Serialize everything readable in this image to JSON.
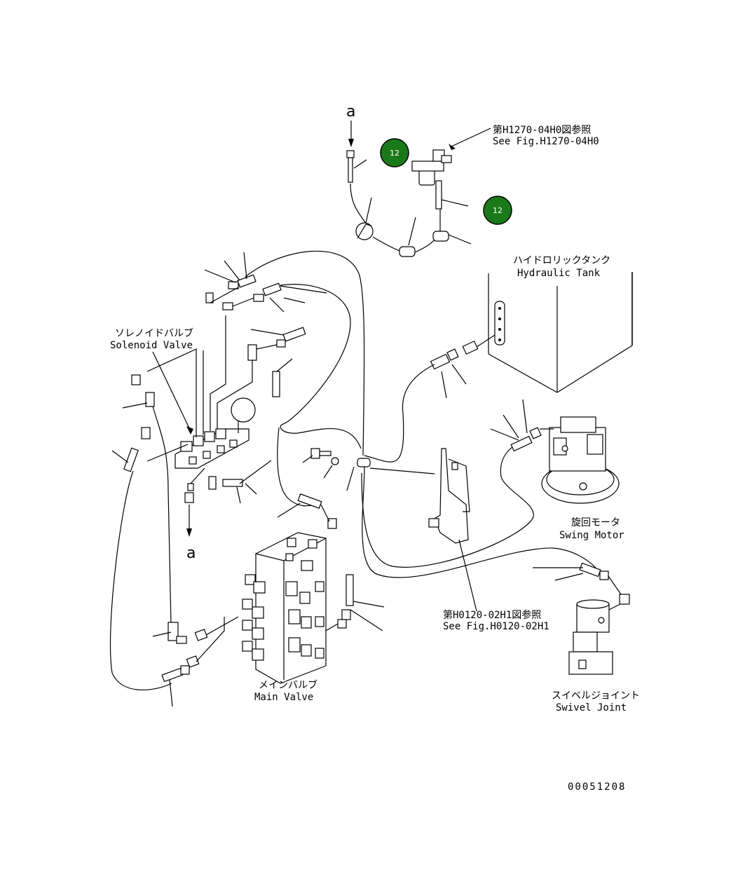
{
  "labels": {
    "ref_a_top": "a",
    "ref_a_bottom": "a",
    "see_h1270_jp": "第H1270-04H0図参照",
    "see_h1270_en": "See Fig.H1270-04H0",
    "hydraulic_tank_jp": "ハイドロリックタンク",
    "hydraulic_tank_en": "Hydraulic Tank",
    "solenoid_valve_jp": "ソレノイドバルブ",
    "solenoid_valve_en": "Solenoid Valve",
    "swing_motor_jp": "旋回モータ",
    "swing_motor_en": "Swing Motor",
    "see_h0120_jp": "第H0120-02H1図参照",
    "see_h0120_en": "See Fig.H0120-02H1",
    "main_valve_jp": "メインバルブ",
    "main_valve_en": "Main Valve",
    "swivel_joint_jp": "スイベルジョイント",
    "swivel_joint_en": "Swivel Joint",
    "drawing_number": "00051208"
  },
  "callouts": [
    {
      "id": "callout-1",
      "number": "12"
    },
    {
      "id": "callout-2",
      "number": "12"
    }
  ],
  "colors": {
    "callout_fill": "#1a7a1a",
    "callout_stroke": "#000000",
    "line": "#000000",
    "background": "#ffffff"
  }
}
